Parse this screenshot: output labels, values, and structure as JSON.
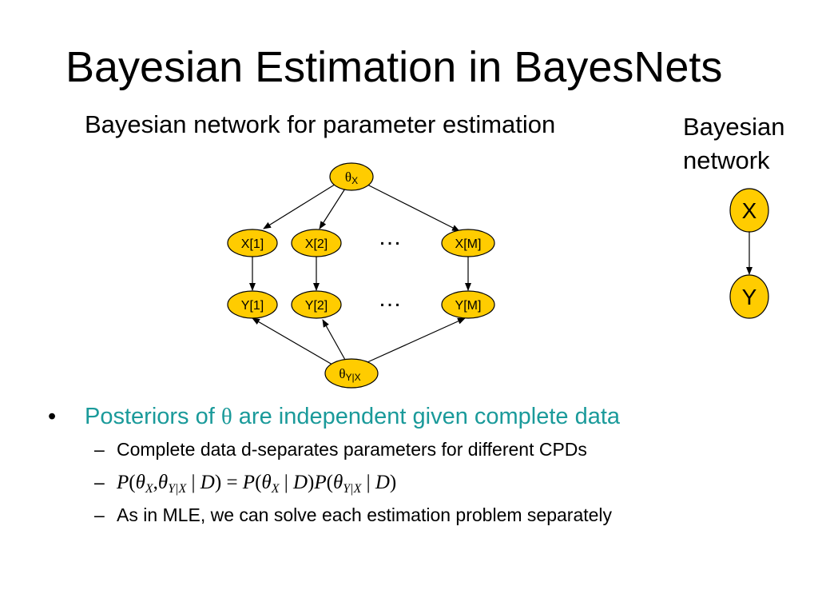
{
  "slide": {
    "title": "Bayesian Estimation in BayesNets",
    "left_subtitle": "Bayesian network for parameter estimation",
    "right_subtitle": "Bayesian network"
  },
  "diagram": {
    "node_fill": "#ffcc00",
    "node_stroke": "#000000",
    "ellipsis": "…",
    "theta_x": {
      "symbol": "θ",
      "sub": "X"
    },
    "theta_yx": {
      "symbol": "θ",
      "sub": "Y|X"
    },
    "x_nodes": [
      "X[1]",
      "X[2]",
      "X[M]"
    ],
    "y_nodes": [
      "Y[1]",
      "Y[2]",
      "Y[M]"
    ],
    "small_net": [
      "X",
      "Y"
    ]
  },
  "bullets": {
    "main": {
      "mark": "•",
      "before": "Posteriors of ",
      "theta": "θ",
      "after": " are independent given complete data"
    },
    "subs": [
      {
        "mark": "–",
        "text": "Complete data d-separates parameters for different CPDs"
      },
      {
        "mark": "–",
        "is_formula": true
      },
      {
        "mark": "–",
        "text": "As in MLE, we can solve each estimation problem separately"
      }
    ]
  },
  "formula": {
    "P": "P",
    "open": "(",
    "close": ")",
    "theta": "θ",
    "comma": ",",
    "bar": " | ",
    "D": "D",
    "eq": " = ",
    "sub_x": "X",
    "sub_yx": "Y|X"
  }
}
